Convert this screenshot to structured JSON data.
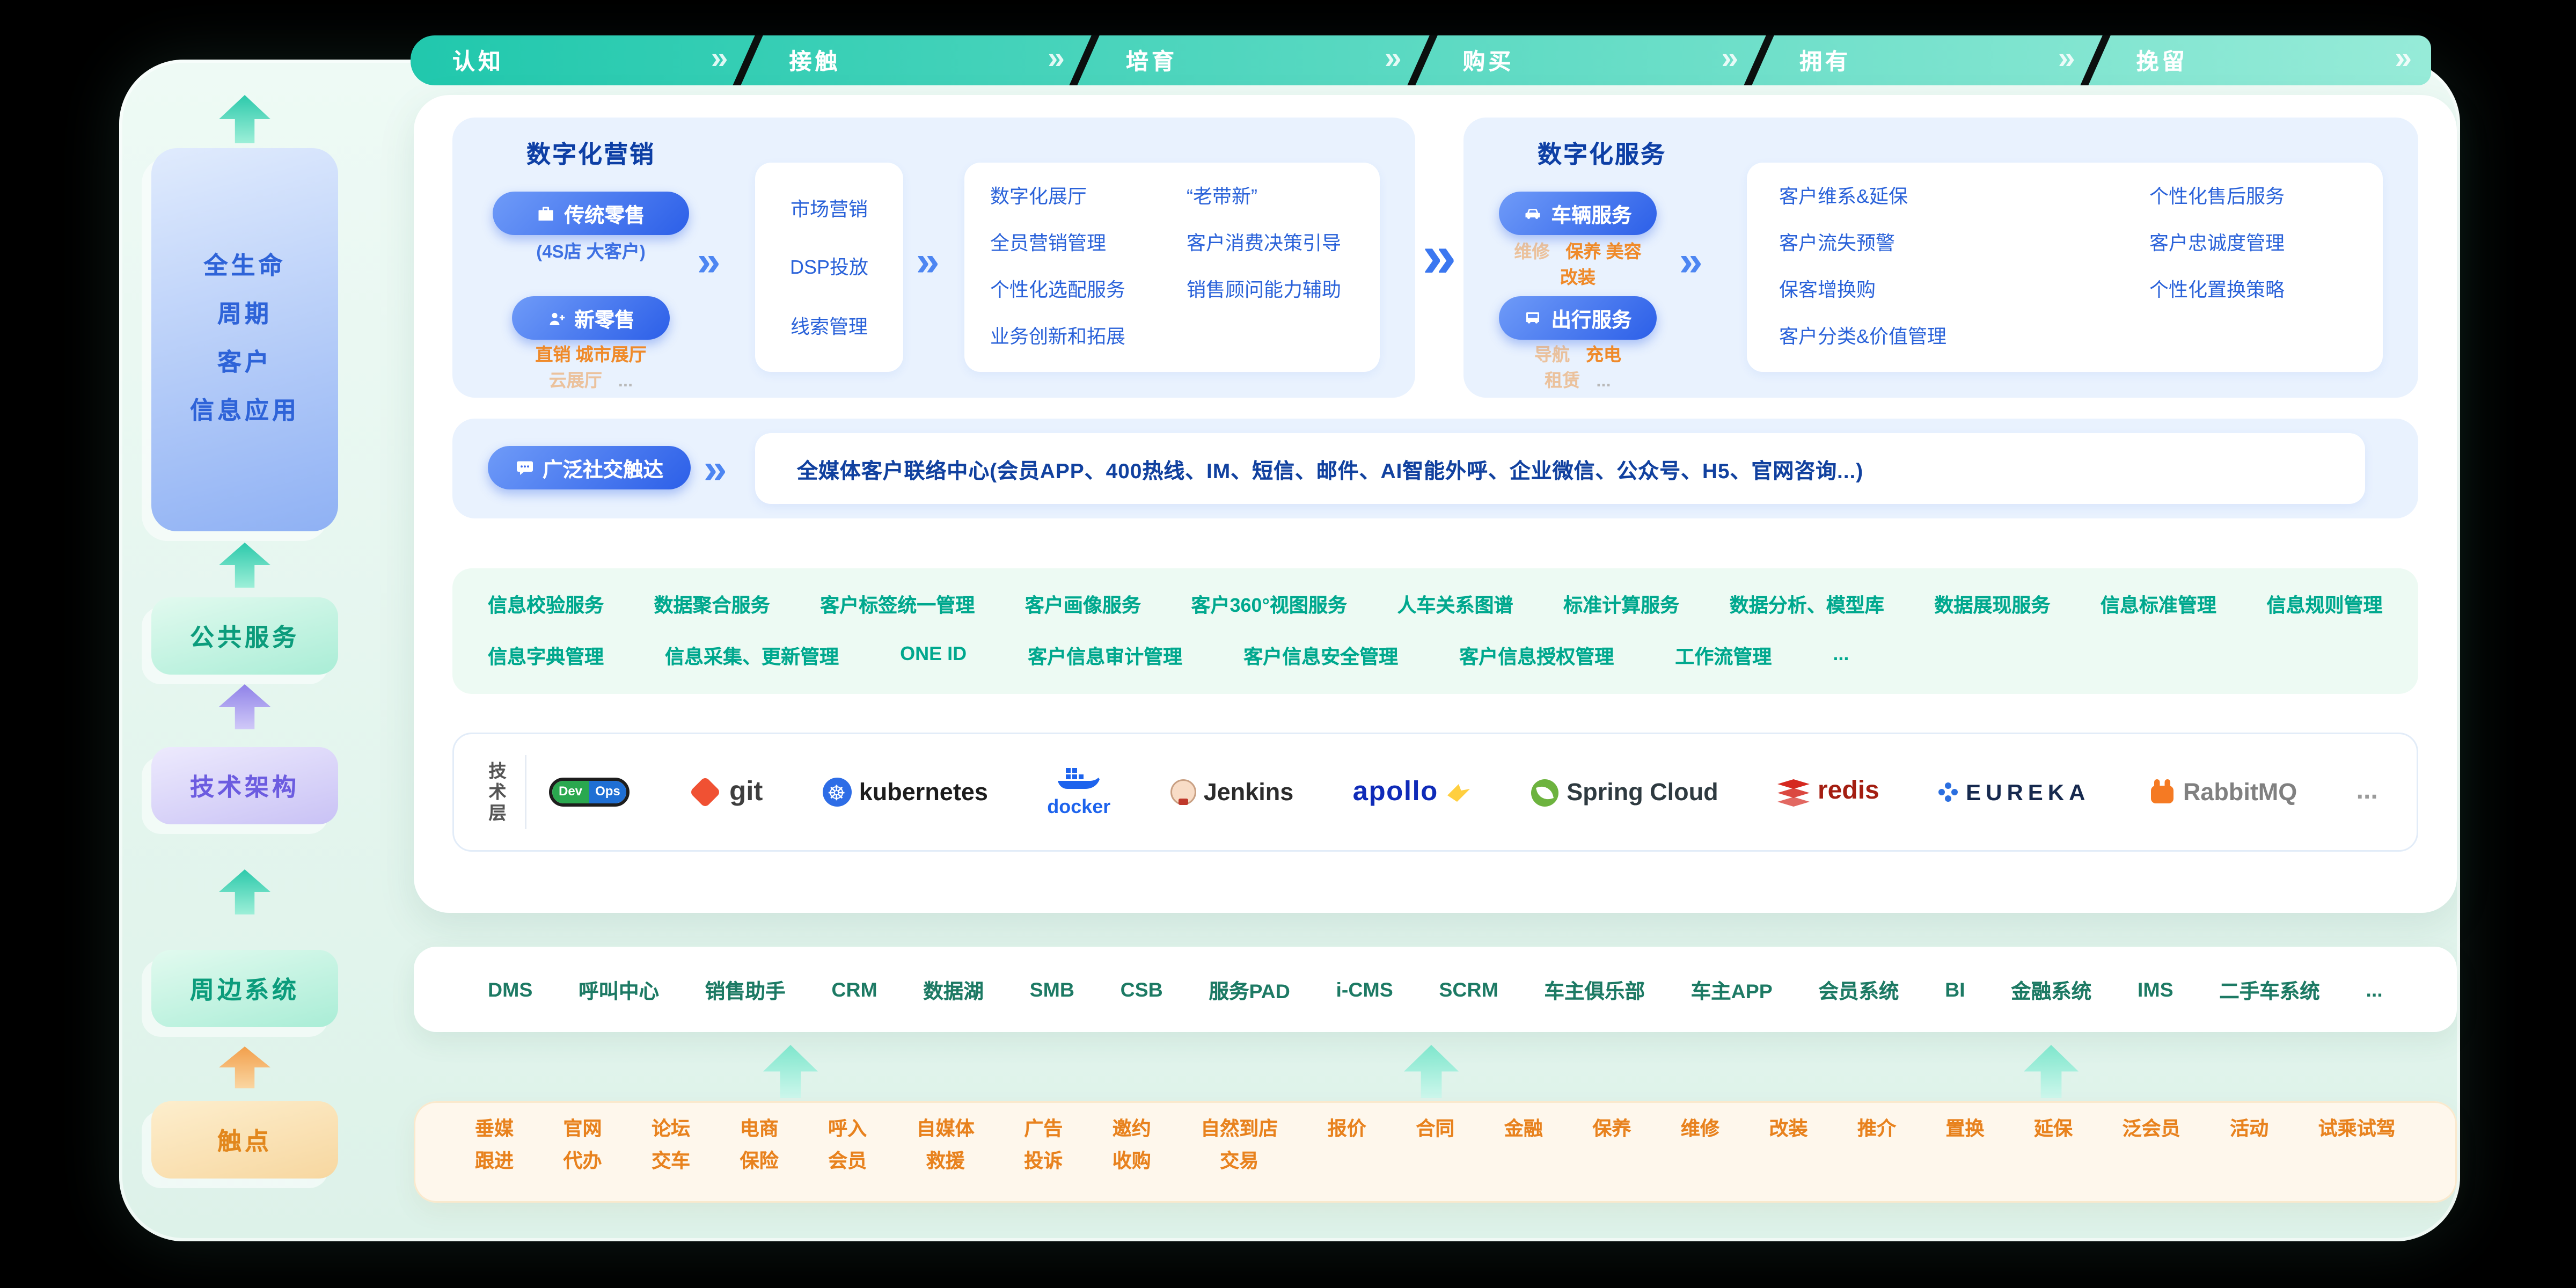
{
  "stage_bar": {
    "stages": [
      "认知",
      "接触",
      "培育",
      "购买",
      "拥有",
      "挽留"
    ]
  },
  "sidebar": {
    "lifecycle_label": "全生命\n周期\n客户\n信息应用",
    "public_service": "公共服务",
    "tech_architecture": "技术架构",
    "peripheral_systems": "周边系统",
    "touchpoints": "触点"
  },
  "marketing": {
    "title": "数字化营销",
    "traditional_retail": {
      "label": "传统零售",
      "sub": "(4S店  大客户)"
    },
    "new_retail": {
      "label": "新零售",
      "sub1": "直销  城市展厅",
      "sub2": "云展厅",
      "ellipsis": "..."
    },
    "mid_card": [
      "市场营销",
      "DSP投放",
      "线索管理"
    ],
    "right_card_col1": [
      "数字化展厅",
      "全员营销管理",
      "个性化选配服务",
      "业务创新和拓展"
    ],
    "right_card_col2": [
      "“老带新”",
      "客户消费决策引导",
      "销售顾问能力辅助"
    ]
  },
  "service": {
    "title": "数字化服务",
    "vehicle": {
      "label": "车辆服务",
      "sub_faded": "维修",
      "sub_main": "保养  美容",
      "sub2": "改装"
    },
    "travel": {
      "label": "出行服务",
      "sub_faded": "导航",
      "sub_main": "充电",
      "sub2": "租赁",
      "ellipsis": "..."
    },
    "right_card_col1": [
      "客户维系&延保",
      "客户流失预警",
      "保客增换购",
      "客户分类&价值管理"
    ],
    "right_card_col2": [
      "个性化售后服务",
      "客户忠诚度管理",
      "个性化置换策略"
    ]
  },
  "social": {
    "pill_label": "广泛社交触达",
    "content": "全媒体客户联络中心(会员APP、400热线、IM、短信、邮件、AI智能外呼、企业微信、公众号、H5、官网咨询...)"
  },
  "common_services": {
    "row1": [
      "信息校验服务",
      "数据聚合服务",
      "客户标签统一管理",
      "客户画像服务",
      "客户360°视图服务",
      "人车关系图谱",
      "标准计算服务",
      "数据分析、模型库",
      "数据展现服务",
      "信息标准管理",
      "信息规则管理"
    ],
    "row2": [
      "信息字典管理",
      "信息采集、更新管理",
      "ONE ID",
      "客户信息审计管理",
      "客户信息安全管理",
      "客户信息授权管理",
      "工作流管理",
      "..."
    ]
  },
  "tech": {
    "layer_label": "技术层",
    "devops_dev": "Dev",
    "devops_ops": "Ops",
    "git": "git",
    "kubernetes": "kubernetes",
    "docker": "docker",
    "jenkins": "Jenkins",
    "apollo": "apollo",
    "spring_cloud": "Spring Cloud",
    "redis": "redis",
    "eureka": "EUREKA",
    "rabbitmq": "RabbitMQ",
    "ellipsis": "..."
  },
  "systems": [
    "DMS",
    "呼叫中心",
    "销售助手",
    "CRM",
    "数据湖",
    "SMB",
    "CSB",
    "服务PAD",
    "i-CMS",
    "SCRM",
    "车主俱乐部",
    "车主APP",
    "会员系统",
    "BI",
    "金融系统",
    "IMS",
    "二手车系统",
    "..."
  ],
  "touchpoints": [
    {
      "top": "垂媒",
      "bottom": "跟进"
    },
    {
      "top": "官网",
      "bottom": "代办"
    },
    {
      "top": "论坛",
      "bottom": "交车"
    },
    {
      "top": "电商",
      "bottom": "保险"
    },
    {
      "top": "呼入",
      "bottom": "会员"
    },
    {
      "top": "自媒体",
      "bottom": "救援"
    },
    {
      "top": "广告",
      "bottom": "投诉"
    },
    {
      "top": "邀约",
      "bottom": "收购"
    },
    {
      "top": "自然到店",
      "bottom": "交易"
    },
    {
      "top": "报价"
    },
    {
      "top": "合同"
    },
    {
      "top": "金融"
    },
    {
      "top": "保养"
    },
    {
      "top": "维修"
    },
    {
      "top": "改装"
    },
    {
      "top": "推介"
    },
    {
      "top": "置换"
    },
    {
      "top": "延保"
    },
    {
      "top": "泛会员"
    },
    {
      "top": "活动"
    },
    {
      "top": "试乘试驾"
    }
  ]
}
